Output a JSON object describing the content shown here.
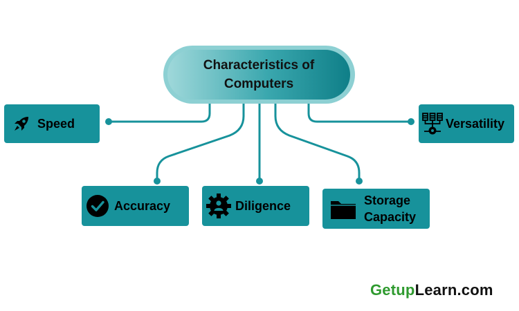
{
  "title": "Characteristics of Computers",
  "items": [
    {
      "label": "Speed",
      "icon": "rocket-icon"
    },
    {
      "label": "Versatility",
      "icon": "network-servers-icon"
    },
    {
      "label": "Accuracy",
      "icon": "check-circle-icon"
    },
    {
      "label": "Diligence",
      "icon": "gear-person-icon"
    },
    {
      "label": "Storage Capacity",
      "icon": "folder-icon"
    }
  ],
  "brand": {
    "part1": "Getup",
    "part2": "Learn.com"
  },
  "colors": {
    "accent": "#17929b",
    "pill_light": "#8dd0d3",
    "pill_dark": "#11838c",
    "connector": "#17929b",
    "brand_green": "#2f9a2f"
  }
}
